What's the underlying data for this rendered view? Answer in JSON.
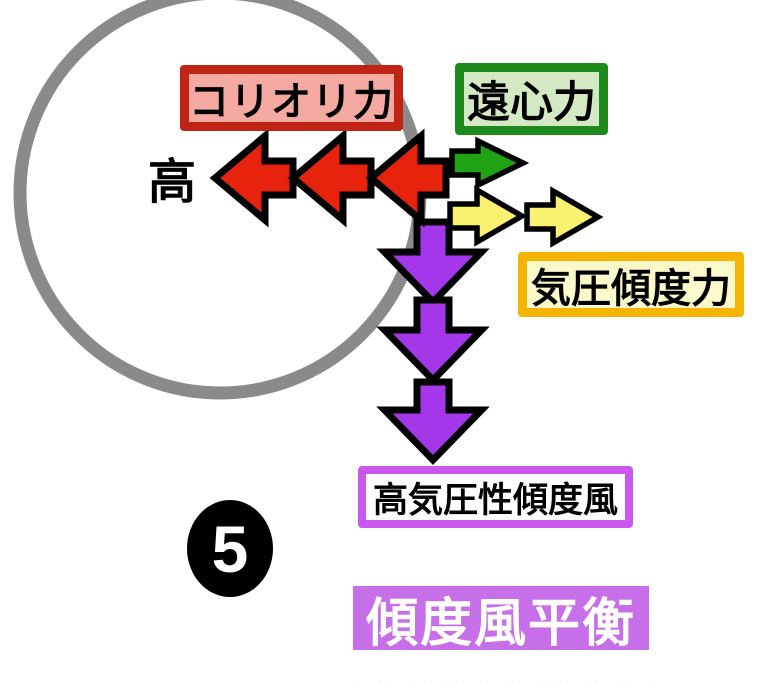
{
  "slide": {
    "step_number": "5",
    "high_pressure_symbol": "高",
    "labels": {
      "coriolis": "コリオリ力",
      "centrifugal": "遠心力",
      "pressure_gradient": "気圧傾度力",
      "result_wind": "高気圧性傾度風",
      "banner": "傾度風平衡"
    }
  },
  "colors": {
    "outline_black": "#000000",
    "circle_gray": "#8a8a8a",
    "coriolis_arrow_red": "#e8230d",
    "centrifugal_arrow_green": "#1fa213",
    "pressure_arrow_yellow": "#fbf170",
    "wind_arrow_purple": "#a437e9",
    "coriolis_label_bg": "#f4aaa1",
    "coriolis_label_border": "#c02414",
    "centrifugal_label_bg": "#d3e9c3",
    "centrifugal_label_border": "#1e8a1e",
    "pressure_label_bg": "#fbf8c9",
    "pressure_label_border": "#f6b402",
    "result_label_bg": "#ffffff",
    "result_label_border": "#cb58ee",
    "banner_bg": "#c76fe9",
    "banner_text": "#ffffff",
    "badge_bg": "#000000",
    "badge_text": "#ffffff"
  }
}
